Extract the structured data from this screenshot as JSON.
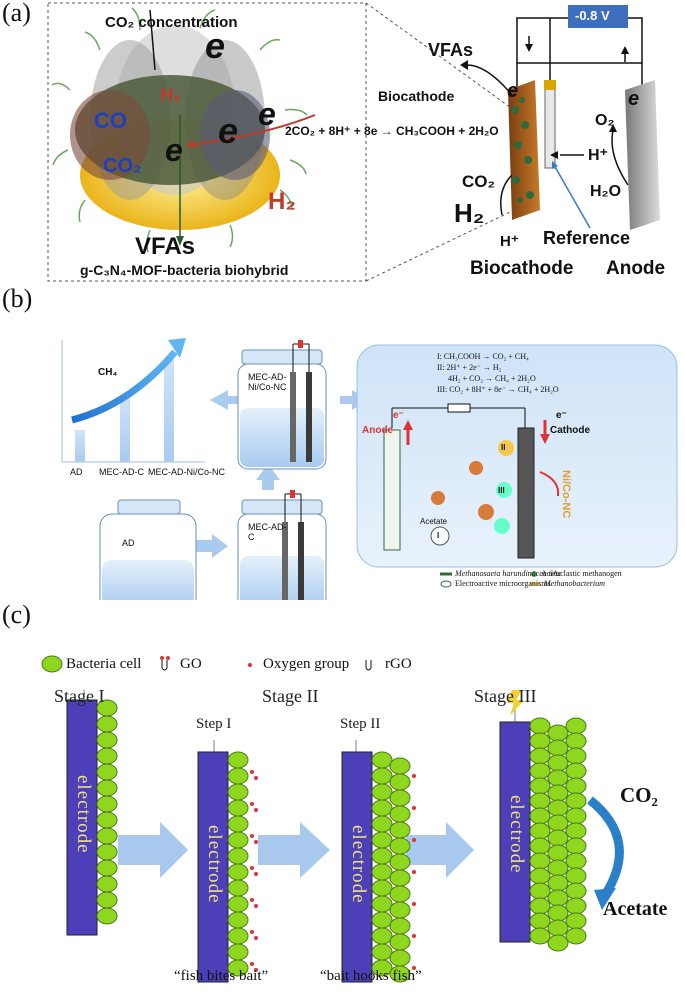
{
  "panels": {
    "a": "(a)",
    "b": "(b)",
    "c": "(c)"
  },
  "a": {
    "co2_concentration": "CO₂ concentration",
    "vfas_big": "VFAs",
    "biohybrid": "g-C₃N₄-MOF-bacteria biohybrid",
    "h2_left": "H₂",
    "h2_center": "H₂",
    "co2_inner": "CO₂",
    "co_inner": "CO",
    "e_letters": [
      "e",
      "e",
      "e",
      "e"
    ],
    "voltage": "-0.8 V",
    "vfas_right": "VFAs",
    "biocathode_top": "Biocathode",
    "equation": "2CO₂ + 8H⁺ + 8e → CH₃COOH + 2H₂O",
    "o2": "O₂",
    "h_plus_mid": "H⁺",
    "h2o": "H₂O",
    "co2_right": "CO₂",
    "h2_right": "H₂",
    "h_plus_bottom": "H⁺",
    "reference": "Reference",
    "biocathode_bottom": "Biocathode",
    "anode": "Anode",
    "e_right": [
      "e",
      "e"
    ]
  },
  "b": {
    "ch4": "CH₄",
    "bar_labels": [
      "AD",
      "MEC-AD-C",
      "MEC-AD-Ni/Co-NC"
    ],
    "jar_ni": "MEC-AD-\nNi/Co-NC",
    "jar_c": "MEC-AD-\nC",
    "jar_ad": "AD",
    "reactions": [
      "I: CH₃COOH → CO₂ + CH₄",
      "II: 2H⁺ + 2e⁻ → H₂",
      "4H₂ + CO₂ → CH₄ + 2H₂O",
      "III: CO₂ + 8H⁺ + 8e⁻ → CH₄ + 2H₂O"
    ],
    "e_left": "e⁻",
    "e_right": "e⁻",
    "anode": "Anode",
    "cathode": "Cathode",
    "nico": "Ni/Co-NC",
    "acetate": "Acetate",
    "roman": [
      "I",
      "II",
      "III"
    ],
    "legend": [
      "Methanosaeta harundinacea 6Ac",
      "Acetoclastic methanogen",
      "Electroactive microorganisms",
      "Methanobacterium"
    ]
  },
  "c": {
    "legend": [
      "Bacteria cell",
      "GO",
      "Oxygen group",
      "rGO"
    ],
    "stages": [
      "Stage I",
      "Stage II",
      "Stage III"
    ],
    "steps": [
      "Step I",
      "Step II"
    ],
    "electrode": "electrode",
    "co2": "CO₂",
    "acetate": "Acetate",
    "captions": [
      "“fish bites bait”",
      "“bait hooks fish”"
    ]
  }
}
